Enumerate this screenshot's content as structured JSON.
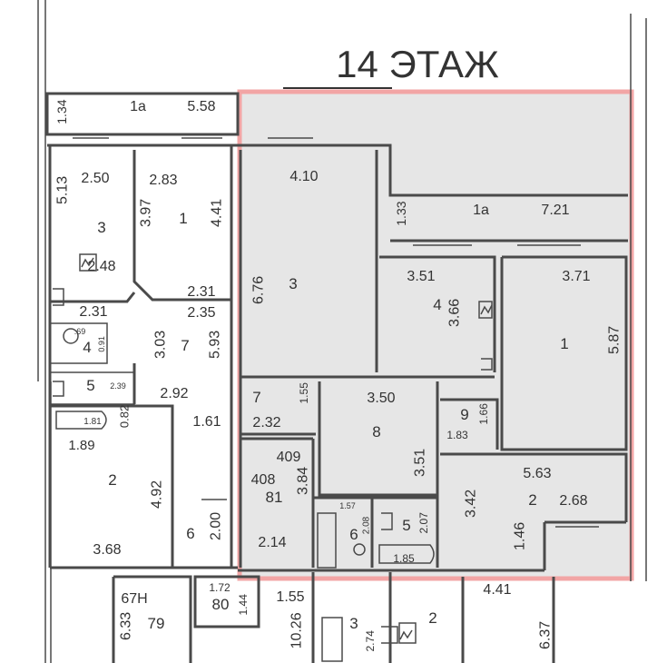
{
  "title": "14 ЭТАЖ",
  "highlight_color": "#f0a0a0",
  "labels": {
    "lb_h": "1.34",
    "lb_name": "1а",
    "lb_w": "5.58",
    "l3_top": "2.50",
    "l3_left": "5.13",
    "l3_num": "3",
    "l3_area": "2.48",
    "l3_bot": "2.31",
    "l1_top": "2.83",
    "l1_left": "3.97",
    "l1_num": "1",
    "l1_right": "4.41",
    "l1_bot": "2.31",
    "l7_top": "2.35",
    "l4_dim": ".69",
    "l4_num": "4",
    "l4_w": "0.91",
    "l7_num": "7",
    "l7_left": "3.03",
    "l7_right": "5.93",
    "l5_num": "5",
    "l5_dim": "2.39",
    "l7_mid": "2.92",
    "l7_low": "1.61",
    "lbath": "1.81",
    "lbath_w": "0.82",
    "l2_top": "1.89",
    "l2_num": "2",
    "l2_right": "4.92",
    "l6_num": "6",
    "l6_w": "2.00",
    "l2_bot": "3.68",
    "r3_top": "4.10",
    "r3_left": "6.76",
    "r3_num": "3",
    "rb_h": "1.33",
    "rb_name": "1а",
    "rb_w": "7.21",
    "r4_top": "3.51",
    "r4_num": "4",
    "r4_w": "3.66",
    "r1_top": "3.71",
    "r1_num": "1",
    "r1_right": "5.87",
    "r7_num": "7",
    "r7_w": "1.55",
    "r7_area": "2.32",
    "r8_top": "3.50",
    "r8_num": "8",
    "r8_right": "3.51",
    "r9_num": "9",
    "r9_w": "1.66",
    "r9_dim": "1.83",
    "r409": "409",
    "r408": "408",
    "r81": "81",
    "r_384": "3.84",
    "r_214": "2.14",
    "r6_dim": "1.57",
    "r6_num": "6",
    "r6_w": "2.08",
    "r5_num": "5",
    "r5_w": "2.07",
    "r5_bath": "1.85",
    "r2_top": "5.63",
    "r2_left": "3.42",
    "r2_num": "2",
    "r2_right": "2.68",
    "r2_low": "1.46",
    "b67": "67Н",
    "b172": "1.72",
    "b80": "80",
    "b144": "1.44",
    "b155": "1.55",
    "b633": "6.33",
    "b79": "79",
    "b1026": "10.26",
    "b3": "3",
    "b274": "2.74",
    "b2": "2",
    "b441": "4.41",
    "b637": "6.37"
  }
}
